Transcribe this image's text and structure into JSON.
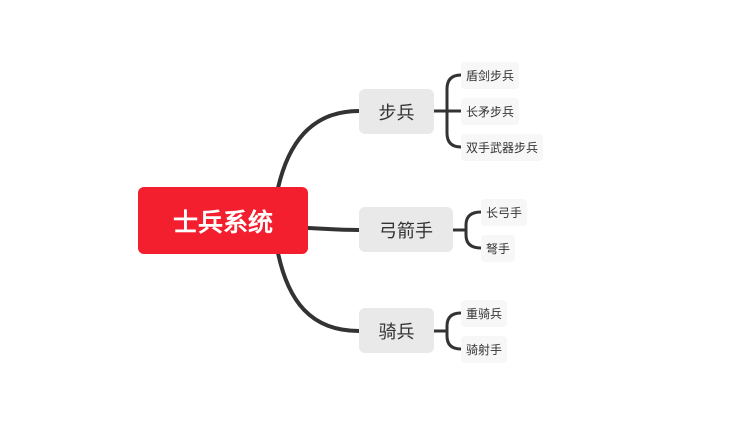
{
  "colors": {
    "root_fill": "#f41f2e",
    "root_text": "#ffffff",
    "branch_fill": "#e9e9e9",
    "leaf_fill": "#f7f7f7",
    "connector": "#333333",
    "text": "#333333"
  },
  "mindmap": {
    "root": "士兵系统",
    "branches": [
      {
        "label": "步兵",
        "children": [
          "盾剑步兵",
          "长矛步兵",
          "双手武器步兵"
        ]
      },
      {
        "label": "弓箭手",
        "children": [
          "长弓手",
          "弩手"
        ]
      },
      {
        "label": "骑兵",
        "children": [
          "重骑兵",
          "骑射手"
        ]
      }
    ]
  }
}
